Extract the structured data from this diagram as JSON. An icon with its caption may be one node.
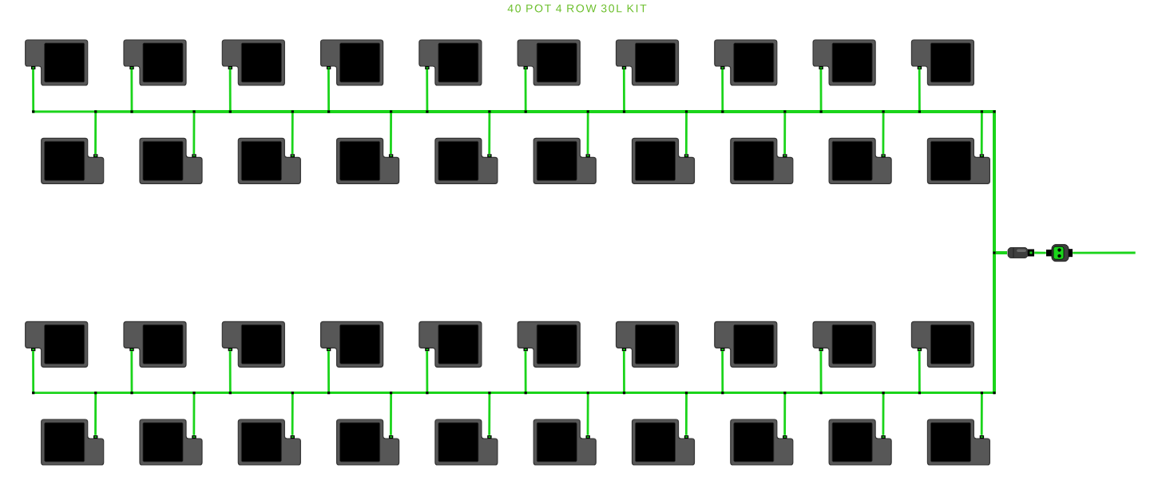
{
  "diagram": {
    "title": "40 POT 4 ROW 30L KIT",
    "nodes": [
      {
        "text": [],
        "shape": "box"
      },
      {
        "text": [],
        "shape": "box"
      },
      {
        "text": [],
        "shape": "box"
      },
      {
        "text": [],
        "shape": "box"
      },
      {
        "text": [],
        "shape": "box"
      },
      {
        "text": [],
        "shape": "box"
      },
      {
        "text": [],
        "shape": "box"
      },
      {
        "text": [],
        "shape": "box"
      },
      {
        "text": [],
        "shape": "box"
      },
      {
        "text": [],
        "shape": "box"
      },
      {
        "text": [],
        "shape": "box"
      },
      {
        "text": [],
        "shape": "box"
      },
      {
        "text": [],
        "shape": "box"
      },
      {
        "text": [],
        "shape": "box"
      },
      {
        "text": [],
        "shape": "box"
      },
      {
        "text": [],
        "shape": "box"
      },
      {
        "text": [],
        "shape": "box"
      },
      {
        "text": [],
        "shape": "box"
      },
      {
        "text": [],
        "shape": "box"
      },
      {
        "text": [],
        "shape": "box"
      },
      {
        "text": [],
        "shape": "box"
      },
      {
        "text": [],
        "shape": "box"
      },
      {
        "text": [],
        "shape": "box"
      },
      {
        "text": [],
        "shape": "box"
      },
      {
        "text": [],
        "shape": "box"
      },
      {
        "text": [],
        "shape": "box"
      },
      {
        "text": [],
        "shape": "box"
      },
      {
        "text": [],
        "shape": "box"
      },
      {
        "text": [],
        "shape": "box"
      },
      {
        "text": [],
        "shape": "box"
      },
      {
        "text": [],
        "shape": "box"
      },
      {
        "text": [],
        "shape": "box"
      },
      {
        "text": [],
        "shape": "box"
      },
      {
        "text": [],
        "shape": "box"
      },
      {
        "text": [],
        "shape": "box"
      },
      {
        "text": [],
        "shape": "box"
      },
      {
        "text": [],
        "shape": "box"
      },
      {
        "text": [],
        "shape": "box"
      },
      {
        "text": [],
        "shape": "box"
      },
      {
        "text": [],
        "shape": "box"
      },
      {
        "text": [],
        "shape": "picture"
      },
      {
        "text": [],
        "shape": "picture"
      }
    ],
    "edges": [
      {
        "from": null,
        "to": 41,
        "arrow": "none"
      },
      {
        "from": 41,
        "to": 40,
        "arrow": "none"
      },
      {
        "from": 40,
        "to": 0,
        "arrow": "none"
      },
      {
        "from": 40,
        "to": 1,
        "arrow": "none"
      },
      {
        "from": 40,
        "to": 2,
        "arrow": "none"
      },
      {
        "from": 40,
        "to": 3,
        "arrow": "none"
      },
      {
        "from": 40,
        "to": 4,
        "arrow": "none"
      },
      {
        "from": 40,
        "to": 5,
        "arrow": "none"
      },
      {
        "from": 40,
        "to": 6,
        "arrow": "none"
      },
      {
        "from": 40,
        "to": 7,
        "arrow": "none"
      },
      {
        "from": 40,
        "to": 8,
        "arrow": "none"
      },
      {
        "from": 40,
        "to": 9,
        "arrow": "none"
      },
      {
        "from": 40,
        "to": 10,
        "arrow": "none"
      },
      {
        "from": 40,
        "to": 11,
        "arrow": "none"
      },
      {
        "from": 40,
        "to": 12,
        "arrow": "none"
      },
      {
        "from": 40,
        "to": 13,
        "arrow": "none"
      },
      {
        "from": 40,
        "to": 14,
        "arrow": "none"
      },
      {
        "from": 40,
        "to": 15,
        "arrow": "none"
      },
      {
        "from": 40,
        "to": 16,
        "arrow": "none"
      },
      {
        "from": 40,
        "to": 17,
        "arrow": "none"
      },
      {
        "from": 40,
        "to": 18,
        "arrow": "none"
      },
      {
        "from": 40,
        "to": 19,
        "arrow": "none"
      },
      {
        "from": 40,
        "to": 20,
        "arrow": "none"
      },
      {
        "from": 40,
        "to": 21,
        "arrow": "none"
      },
      {
        "from": 40,
        "to": 22,
        "arrow": "none"
      },
      {
        "from": 40,
        "to": 23,
        "arrow": "none"
      },
      {
        "from": 40,
        "to": 24,
        "arrow": "none"
      },
      {
        "from": 40,
        "to": 25,
        "arrow": "none"
      },
      {
        "from": 40,
        "to": 26,
        "arrow": "none"
      },
      {
        "from": 40,
        "to": 27,
        "arrow": "none"
      },
      {
        "from": 40,
        "to": 28,
        "arrow": "none"
      },
      {
        "from": 40,
        "to": 29,
        "arrow": "none"
      },
      {
        "from": 40,
        "to": 30,
        "arrow": "none"
      },
      {
        "from": 40,
        "to": 31,
        "arrow": "none"
      },
      {
        "from": 40,
        "to": 32,
        "arrow": "none"
      },
      {
        "from": 40,
        "to": 33,
        "arrow": "none"
      },
      {
        "from": 40,
        "to": 34,
        "arrow": "none"
      },
      {
        "from": 40,
        "to": 35,
        "arrow": "none"
      },
      {
        "from": 40,
        "to": 36,
        "arrow": "none"
      },
      {
        "from": 40,
        "to": 37,
        "arrow": "none"
      },
      {
        "from": 40,
        "to": 38,
        "arrow": "none"
      },
      {
        "from": 40,
        "to": 39,
        "arrow": "none"
      }
    ]
  }
}
